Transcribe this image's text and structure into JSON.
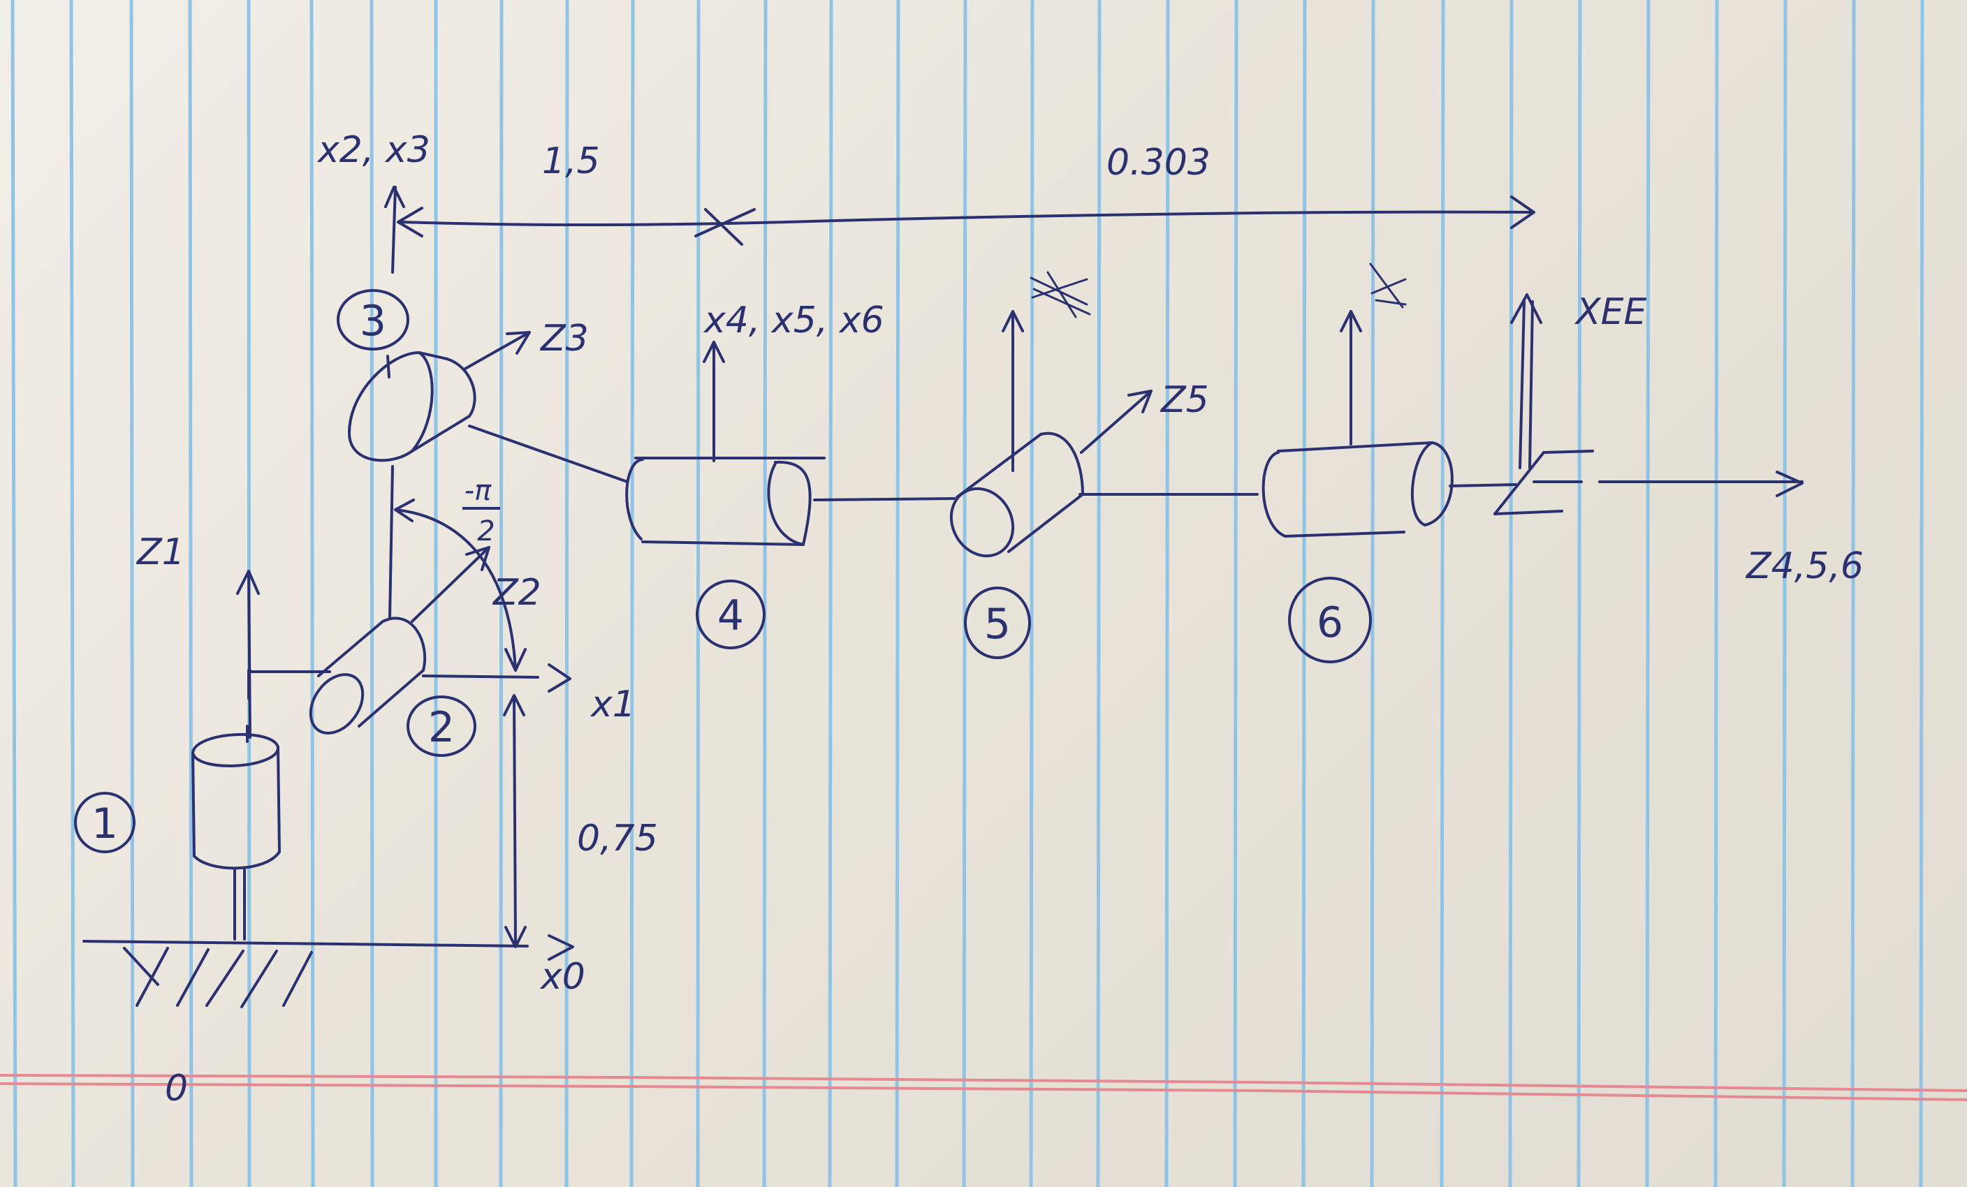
{
  "labels": {
    "frame_x2_x3": "x2, x3",
    "dim_1_5": "1,5",
    "dim_0_303": "0.303",
    "frame_x4_x5_x6": "x4, x5, x6",
    "frame_x_ee": "XEE",
    "axis_z3": "Z3",
    "axis_z5": "Z5",
    "axis_z2": "Z2",
    "axis_z1": "Z1",
    "axis_x1": "x1",
    "axis_x0": "x0",
    "axis_z456": "Z4,5,6",
    "angle_neg_pi": "-π",
    "angle_denominator": "2",
    "dim_0_75": "0,75",
    "base_frame": "0"
  },
  "joints": [
    {
      "id": "joint-1",
      "label": "1"
    },
    {
      "id": "joint-2",
      "label": "2"
    },
    {
      "id": "joint-3",
      "label": "3"
    },
    {
      "id": "joint-4",
      "label": "4"
    },
    {
      "id": "joint-5",
      "label": "5"
    },
    {
      "id": "joint-6",
      "label": "6"
    }
  ],
  "colors": {
    "ink": "#2b3170",
    "blue_rule": "#8fc4e6",
    "red_margin": "#e58a92",
    "paper": "#efece6"
  }
}
